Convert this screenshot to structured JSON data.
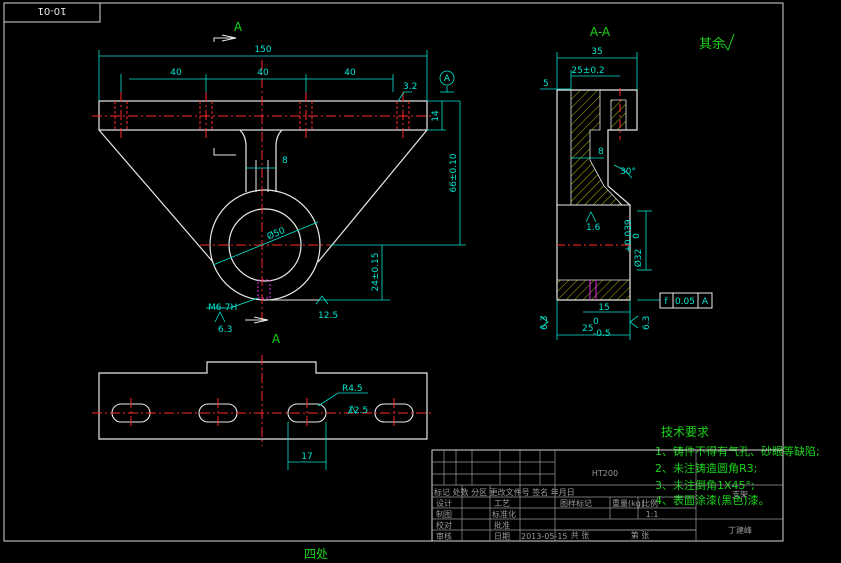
{
  "drawing_number": "10-01",
  "section_mark": "A",
  "section_title": "A-A",
  "rest_roughness": "其余",
  "dims": {
    "overall_length": "150",
    "hole_pitch_1": "40",
    "hole_pitch_2": "40",
    "hole_pitch_3": "40",
    "roughness_top": "3.2",
    "flange_thickness": "14",
    "center_height": "66±0.10",
    "rib_width": "8",
    "bore_diameter": "Ø50",
    "base_height": "24±0.15",
    "thread": "M6-7H",
    "roughness_thread": "6.3",
    "roughness_bottom": "12.5",
    "datum": "A",
    "side_width": "35",
    "side_offset": "25±0.2",
    "side_small": "5",
    "side_rib": "8",
    "angle": "30°",
    "roughness_bore": "1.6",
    "bore_fit": "Ø32",
    "bore_tol_upper": "+0.039",
    "bore_tol_lower": "0",
    "slot_15": "15",
    "base_25": "25",
    "base_25_upper": "0",
    "base_25_lower": "-0.5",
    "rough_left": "6.3",
    "rough_right": "6.3",
    "slot_radius": "R4.5",
    "slot_rough": "12.5",
    "slot_width": "17",
    "gdt_symbol": "f",
    "gdt_value": "0.05",
    "gdt_datum": "A"
  },
  "tech_req": {
    "title": "技术要求",
    "items": [
      "1、铸件不得有气孔、砂眼等缺陷;",
      "2、未注铸造圆角R3;",
      "3、未注倒角1X45°;",
      "4、表面涂漆(黑色)漆。"
    ]
  },
  "title_block": {
    "material": "HT200",
    "part_name": "支架",
    "row_labels": [
      "标记 处数 分区 更改文件号 签名 年月日",
      "设计",
      "制图",
      "校对",
      "审核"
    ],
    "col_labels": [
      "工艺",
      "标准化",
      "批准",
      "日期"
    ],
    "stage_label": "图样标记",
    "weight_label": "重量(kg)",
    "scale_label": "比例",
    "scale": "1:1",
    "sheets_label": "共 张",
    "sheet_label": "第 张",
    "date": "2013-05-15",
    "designer": "丁建峰"
  },
  "footer_note": "四处"
}
